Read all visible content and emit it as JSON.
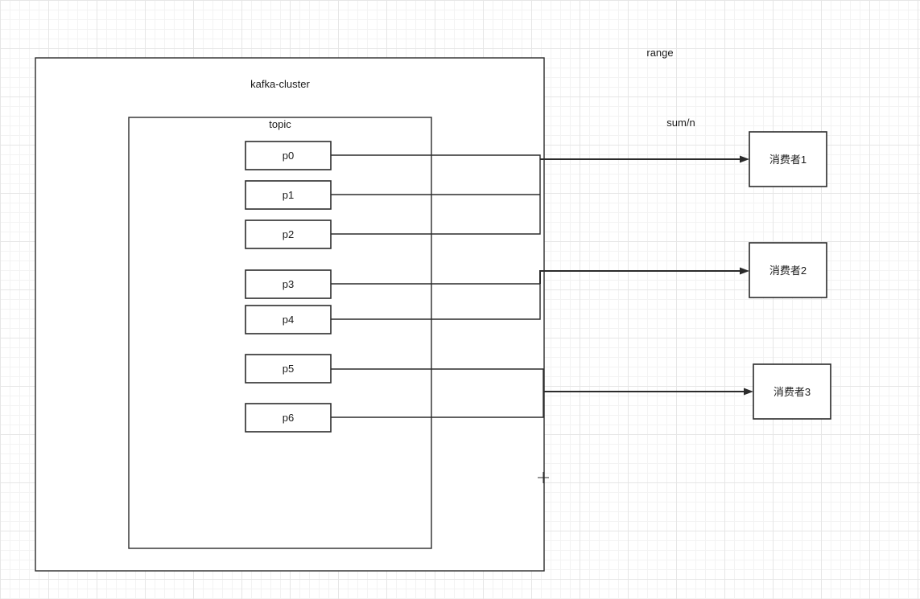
{
  "annotations": {
    "strategy": "range",
    "formula": "sum/n"
  },
  "cluster": {
    "label": "kafka-cluster"
  },
  "topic": {
    "label": "topic",
    "partitions": [
      "p0",
      "p1",
      "p2",
      "p3",
      "p4",
      "p5",
      "p6"
    ]
  },
  "consumers": [
    "消费者1",
    "消费者2",
    "消费者3"
  ],
  "assignments": [
    {
      "consumer": "消费者1",
      "partitions": [
        "p0",
        "p1",
        "p2"
      ]
    },
    {
      "consumer": "消费者2",
      "partitions": [
        "p3",
        "p4"
      ]
    },
    {
      "consumer": "消费者3",
      "partitions": [
        "p5",
        "p6"
      ]
    }
  ],
  "colors": {
    "stroke": "#2b2b2b",
    "grid": "#e6e6e6",
    "background": "#ffffff"
  }
}
